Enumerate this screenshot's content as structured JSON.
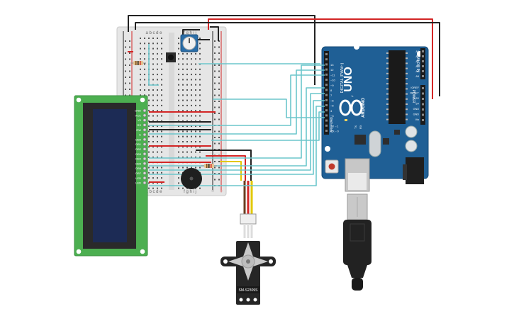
{
  "breadboard": {
    "columns_left": "a b c d e",
    "columns_right": "f g h i j",
    "rail_minus": "−",
    "rail_plus": "+"
  },
  "lcd": {
    "pin_labels": [
      "GND",
      "VCC",
      "V0",
      "RS",
      "RW",
      "E",
      "DB0",
      "DB1",
      "DB2",
      "DB3",
      "DB4",
      "DB5",
      "DB6",
      "DB7",
      "LED",
      "LED"
    ]
  },
  "servo": {
    "model": "SM-S2309S"
  },
  "arduino": {
    "model": "UNO",
    "brand": "ARDUINO",
    "digital_label": "DIGITAL (PWM~)",
    "analog_label": "ANALOG IN",
    "power_label": "POWER",
    "aref": "AREF",
    "gnd": "GND",
    "tx": "TX",
    "rx": "RX",
    "l_led": "L",
    "power_pins": [
      "IOREF",
      "RESET",
      "3.3V",
      "5V",
      "GND",
      "GND",
      "Vin"
    ],
    "analog_pins": [
      "A0",
      "A1",
      "A2",
      "A3",
      "A4",
      "A5"
    ],
    "digital_pins": [
      "13",
      "12",
      "~11",
      "~10",
      "~9",
      "8",
      "7",
      "~6",
      "~5",
      "4",
      "~3",
      "2",
      "TX→1",
      "RX←0"
    ]
  },
  "wire_colors": {
    "signal": "#6cc6cc",
    "ground": "#222222",
    "power": "#d32525",
    "servo_signal": "#e2c800",
    "board": "#1f5f95",
    "lcd_pcb": "#4caf50",
    "lcd_screen": "#1c2b55"
  }
}
